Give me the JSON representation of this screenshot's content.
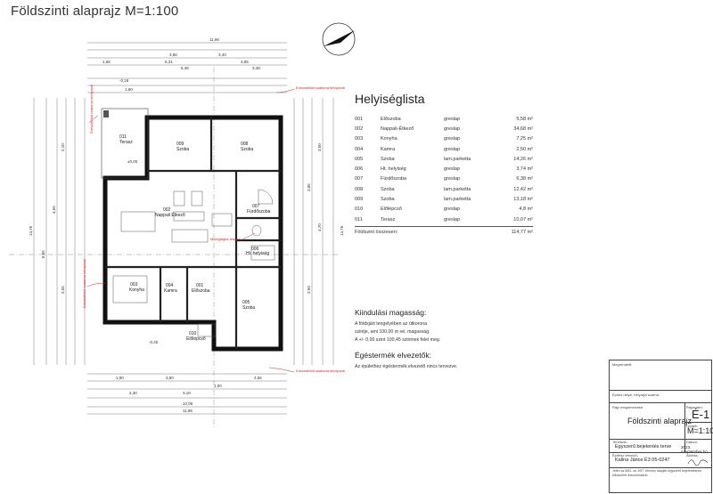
{
  "sheet": {
    "title": "Földszinti alaprajz M=1:100"
  },
  "north_arrow": {
    "icon": "north-arrow-icon"
  },
  "room_list": {
    "title": "Helyiséglista",
    "rows": [
      {
        "no": "001",
        "name": "Előszoba",
        "floor": "greslap",
        "area": "5,58 m²"
      },
      {
        "no": "002",
        "name": "Nappali-Étkező",
        "floor": "greslap",
        "area": "34,68 m²"
      },
      {
        "no": "003",
        "name": "Konyha",
        "floor": "greslap",
        "area": "7,25 m²"
      },
      {
        "no": "004",
        "name": "Kamra",
        "floor": "greslap",
        "area": "2,50 m²"
      },
      {
        "no": "005",
        "name": "Szoba",
        "floor": "lam.parketta",
        "area": "14,26 m²"
      },
      {
        "no": "006",
        "name": "Ht. helyiség",
        "floor": "greslap",
        "area": "3,74 m²"
      },
      {
        "no": "007",
        "name": "Fürdőszoba",
        "floor": "greslap",
        "area": "6,38 m²"
      },
      {
        "no": "008",
        "name": "Szoba",
        "floor": "lam.parketta",
        "area": "12,42 m²"
      },
      {
        "no": "009",
        "name": "Szoba",
        "floor": "lam.parketta",
        "area": "13,18 m²"
      },
      {
        "no": "010",
        "name": "Előlépcső",
        "floor": "greslap",
        "area": "4,8 m²"
      },
      {
        "no": "011",
        "name": "Terasz",
        "floor": "greslap",
        "area": "10,07 m²"
      }
    ],
    "total_label": "Földszint összesen:",
    "total_area": "114,77 m²"
  },
  "notes": {
    "start_height_title": "Kiindulási magasság:",
    "start_height_lines": [
      "A földsjárt tengelyében az útkorona",
      "szintje, ami 100,00 m rel. magasság.",
      "A +/- 0,00 szint 100,45 szintnek felel meg."
    ],
    "flue_title": "Égéstermék elvezetők:",
    "flue_text": "Az épülethez égéstermék elvezető nincs tervezve."
  },
  "plan": {
    "rooms": [
      {
        "no": "001",
        "name": "Előszoba"
      },
      {
        "no": "002",
        "name": "Nappali Étkező"
      },
      {
        "no": "003",
        "name": "Konyha"
      },
      {
        "no": "004",
        "name": "Kamra"
      },
      {
        "no": "005",
        "name": "Szoba"
      },
      {
        "no": "006",
        "name": "Ht. helyiség"
      },
      {
        "no": "007",
        "name": "Fürdőszoba"
      },
      {
        "no": "008",
        "name": "Szoba"
      },
      {
        "no": "009",
        "name": "Szoba"
      },
      {
        "no": "010",
        "name": "Előlépcső"
      },
      {
        "no": "011",
        "name": "Terasz"
      }
    ],
    "top_dims": [
      "11,96",
      "1,65",
      "5,31",
      "4,85",
      "3,56",
      "3,40",
      "1,60",
      "5,46",
      "3,48"
    ],
    "bottom_dims": [
      "1,90",
      "3,50",
      "4,56",
      "2,30",
      "3,18",
      "1,00",
      "10,06",
      "11,96"
    ],
    "left_dims": [
      "14,76",
      "8,65",
      "4,55",
      "2,10",
      "3,55"
    ],
    "right_dims": [
      "14,76",
      "3,50",
      "4,70",
      "3,50",
      "3,85"
    ],
    "red_notes": [
      "Ereszalföldi csatorna lefolyóval",
      "Meleglégbe lefolyó",
      "Ereszalföldi csatorna lefolyóval",
      "Ereszalföldi csatorna lefolyóval",
      "Ereszalföldi csatorna lefolyóval"
    ],
    "level_marks": [
      "±0,00",
      "-0,18",
      "-0,45"
    ]
  },
  "title_block": {
    "project_label": "Megrendelő:",
    "site_label": "Építés helye, helyrajzi száma:",
    "drawing_label": "Rajz megnevezése:",
    "drawing_name": "Földszinti alaprajz",
    "sheet_no_label": "Rajzszám:",
    "sheet_no": "É-1",
    "scale_label": "Lépték:",
    "scale": "M=1:100",
    "phase_label": "Tervfázis:",
    "phase": "Egyszerű bejelentés terve",
    "date_label": "Dátum:",
    "date": "2023. szeptember hó",
    "designer_label": "Építész tervező:",
    "designer": "Kalina János É3 05-0247",
    "sign_label": "Aláírás:",
    "footer": "Jelen az 8/81. az 1/97. törvény alapján egyszerű bejelentéshez elkészített dokumentáció"
  },
  "colors": {
    "line": "#222222",
    "accent_red": "#dd2222",
    "text": "#222222"
  }
}
